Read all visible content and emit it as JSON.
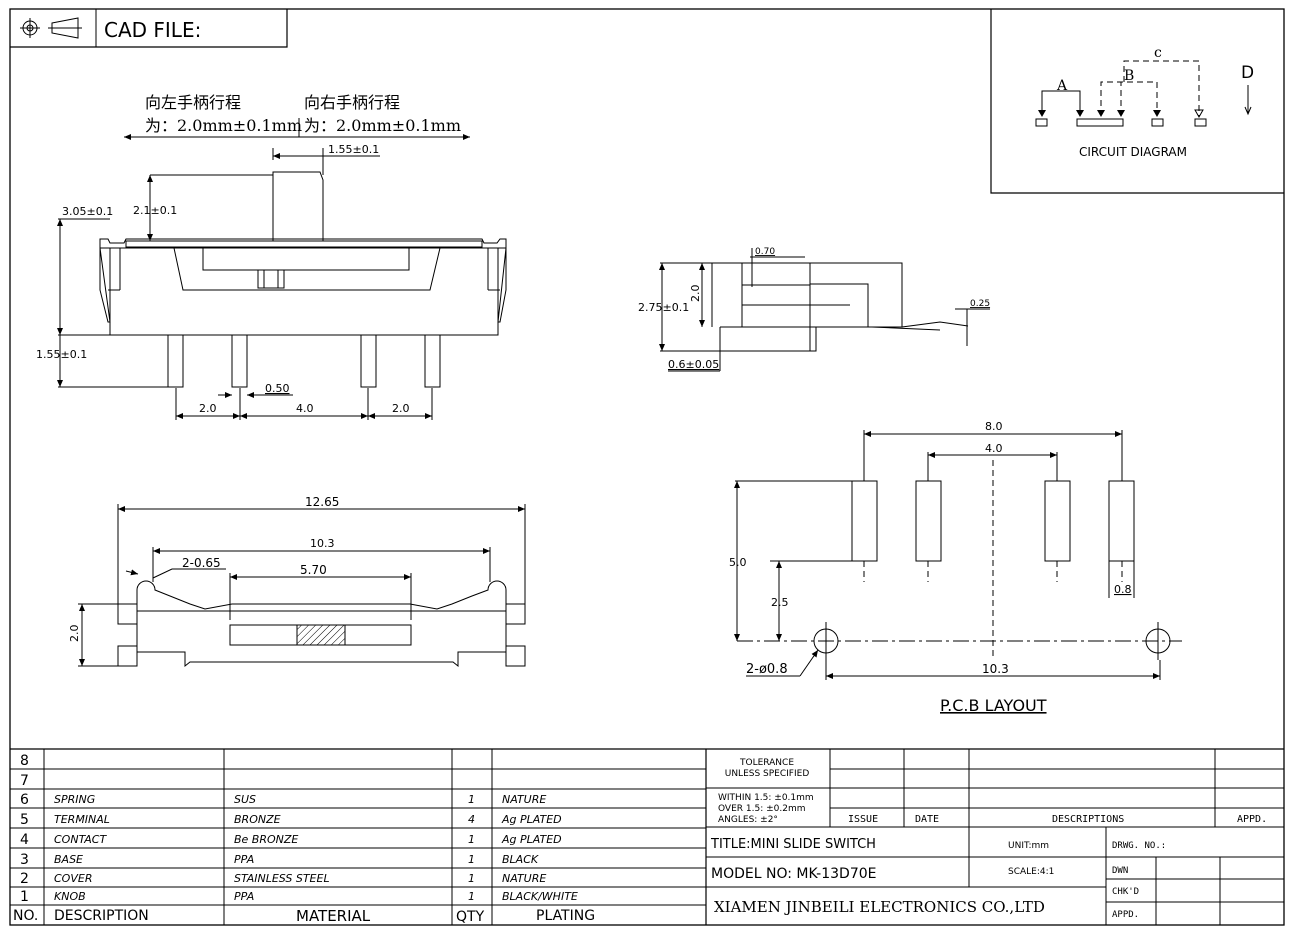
{
  "title_block": {
    "cad_file_label": "CAD FILE:",
    "projection_symbol": "first-angle-projection-icon"
  },
  "circuit": {
    "label_a": "A",
    "label_b": "B",
    "label_c": "c",
    "label_d": "D",
    "caption": "CIRCUIT DIAGRAM"
  },
  "front_view": {
    "travel_left_line1": "向左手柄行程",
    "travel_left_line2": "为：2.0mm±0.1mm",
    "travel_right_line1": "向右手柄行程",
    "travel_right_line2": "为：2.0mm±0.1mm",
    "dim_handle_width": "1.55±0.1",
    "dim_handle_height": "2.1±0.1",
    "dim_body_height": "3.05±0.1",
    "dim_pin_length": "1.55±0.1",
    "dim_pin_width": "0.50",
    "dim_pitch_left": "2.0",
    "dim_pitch_mid": "4.0",
    "dim_pitch_right": "2.0"
  },
  "side_view": {
    "dim_top": "0.70",
    "dim_height": "2.75±0.1",
    "dim_inner": "2.0",
    "dim_bottom": "0.6±0.05",
    "dim_thickness": "0.25"
  },
  "bottom_view": {
    "dim_total": "12.65",
    "dim_hole_span": "10.3",
    "dim_slot": "5.70",
    "dim_radius": "2-0.65",
    "dim_height": "2.0"
  },
  "pcb": {
    "dim_outer": "8.0",
    "dim_inner": "4.0",
    "dim_height": "5.0",
    "dim_pad_offset": "2.5",
    "dim_pad_width": "0.8",
    "dim_holes": "2-ø0.8",
    "dim_hole_span": "10.3",
    "caption": "P.C.B LAYOUT"
  },
  "bom": {
    "empty_rows": [
      "8",
      "7"
    ],
    "rows": [
      {
        "no": "6",
        "description": "SPRING",
        "material": "SUS",
        "qty": "1",
        "plating": "NATURE"
      },
      {
        "no": "5",
        "description": "TERMINAL",
        "material": "BRONZE",
        "qty": "4",
        "plating": "Ag PLATED"
      },
      {
        "no": "4",
        "description": "CONTACT",
        "material": "Be BRONZE",
        "qty": "1",
        "plating": "Ag PLATED"
      },
      {
        "no": "3",
        "description": "BASE",
        "material": "PPA",
        "qty": "1",
        "plating": "BLACK"
      },
      {
        "no": "2",
        "description": "COVER",
        "material": "STAINLESS STEEL",
        "qty": "1",
        "plating": "NATURE"
      },
      {
        "no": "1",
        "description": "KNOB",
        "material": "PPA",
        "qty": "1",
        "plating": "BLACK/WHITE"
      }
    ],
    "headers": {
      "no": "NO.",
      "description": "DESCRIPTION",
      "material": "MATERIAL",
      "qty": "QTY",
      "plating": "PLATING"
    }
  },
  "tolerance": {
    "line1": "TOLERANCE",
    "line2": "UNLESS SPECIFIED",
    "within": "WITHIN 1.5: ±0.1mm",
    "over": "OVER 1.5:  ±0.2mm",
    "angles": "ANGLES: ±2°"
  },
  "revision": {
    "issue": "ISSUE",
    "date": "DATE",
    "descriptions": "DESCRIPTIONS",
    "appd": "APPD."
  },
  "info": {
    "title": "TITLE:MINI SLIDE SWITCH",
    "model": "MODEL NO: MK-13D70E",
    "company": "XIAMEN JINBEILI ELECTRONICS CO.,LTD",
    "unit": "UNIT:mm",
    "scale": "SCALE:4:1",
    "drwg_no": "DRWG. NO.:",
    "dwn": "DWN",
    "chkd": "CHK'D",
    "appd": "APPD."
  }
}
